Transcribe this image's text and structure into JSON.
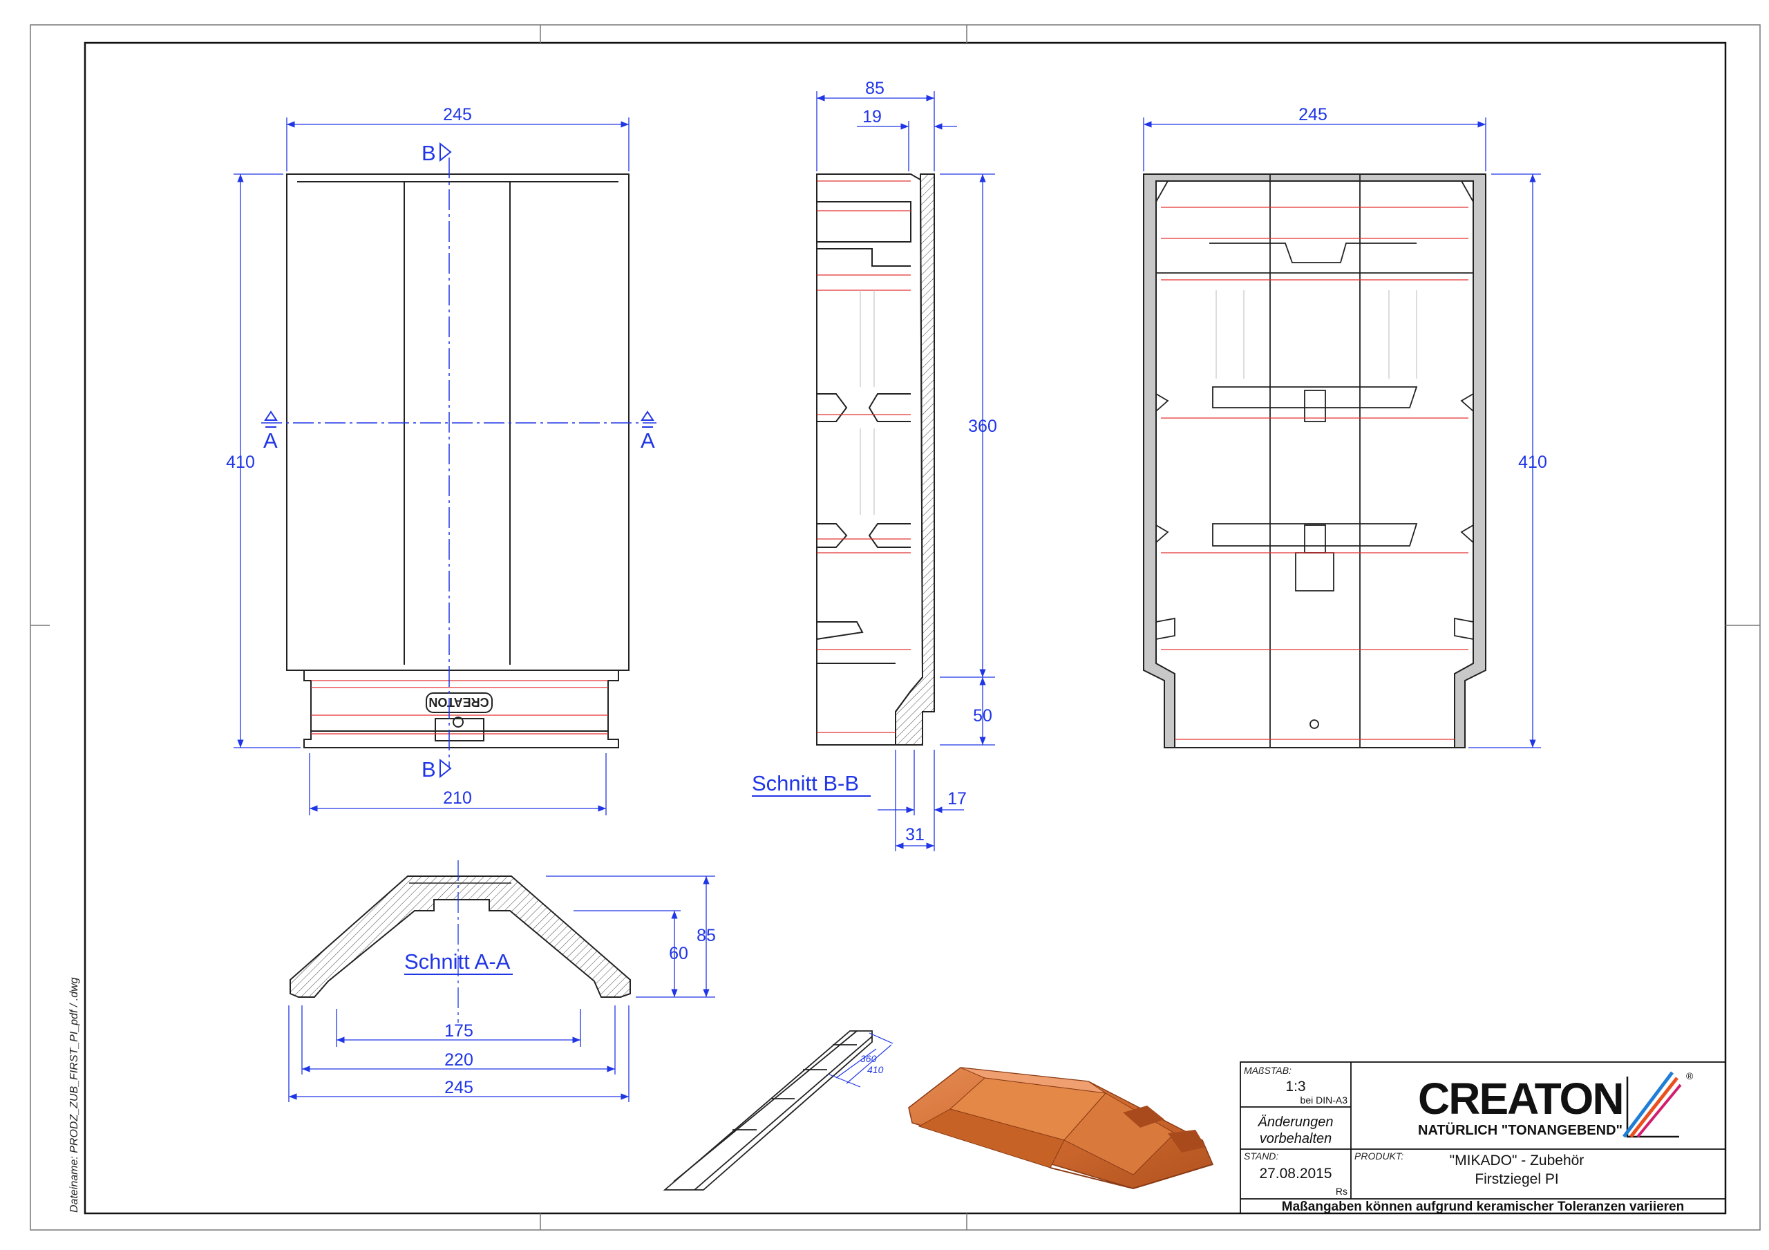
{
  "views": {
    "top": {
      "dim_width": "245",
      "dim_height": "410",
      "dim_bottom": "210",
      "section_b_top": "B",
      "section_b_bottom": "B",
      "section_a_left": "A",
      "section_a_right": "A",
      "stamp_text": "CREATON"
    },
    "section_bb": {
      "title": "Schnitt B-B",
      "dim_top_outer": "85",
      "dim_top_inner": "19",
      "dim_height_main": "360",
      "dim_height_lower": "50",
      "dim_bottom_small": "17",
      "dim_bottom_large": "31"
    },
    "underside": {
      "dim_width": "245",
      "dim_height": "410"
    },
    "section_aa": {
      "title": "Schnitt A-A",
      "dim_height_outer": "85",
      "dim_height_inner": "60",
      "dim_w1": "175",
      "dim_w2": "220",
      "dim_w3": "245"
    },
    "iso": {
      "dim_a": "360",
      "dim_b": "410"
    }
  },
  "title_block": {
    "scale_label": "MAßSTAB:",
    "scale_value": "1:3",
    "scale_note": "bei DIN-A3",
    "changes_line1": "Änderungen",
    "changes_line2": "vorbehalten",
    "date_label": "STAND:",
    "date_value": "27.08.2015",
    "author": "Rs",
    "product_label": "PRODUKT:",
    "product_line1": "\"MIKADO\" - Zubehör",
    "product_line2": "Firstziegel PI",
    "footer": "Maßangaben  können  aufgrund  keramischer  Toleranzen  variieren",
    "brand": "CREATON",
    "slogan": "NATÜRLICH \"TONANGEBEND\"",
    "trademark": "®"
  },
  "side_label": "Dateiname:  PRODZ_ZUB_FIRST_PI_pdf / .dwg"
}
